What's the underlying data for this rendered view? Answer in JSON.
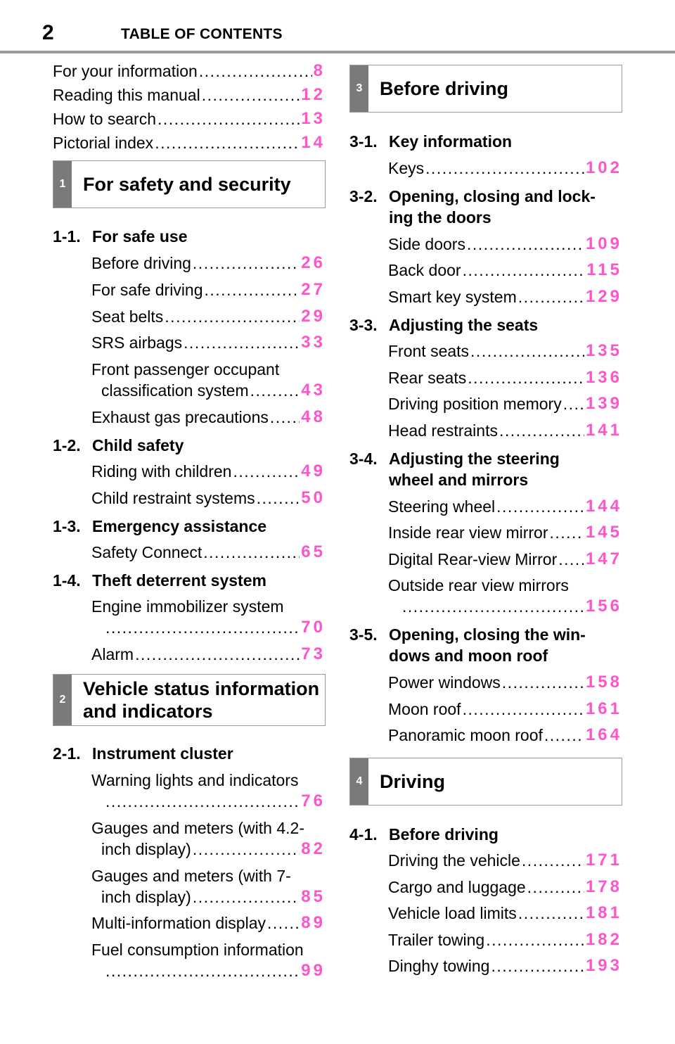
{
  "header": {
    "page_number": "2",
    "title": "TABLE OF CONTENTS"
  },
  "intro": [
    {
      "label": "For your information",
      "page": "8"
    },
    {
      "label": "Reading this manual",
      "page": "12"
    },
    {
      "label": "How to search",
      "page": "13"
    },
    {
      "label": "Pictorial index",
      "page": "14"
    }
  ],
  "sections": {
    "s1": {
      "tab": "1",
      "title": "For safety and security"
    },
    "s2": {
      "tab": "2",
      "title_line1": "Vehicle status information",
      "title_line2": "and indicators"
    },
    "s3": {
      "tab": "3",
      "title": "Before driving"
    },
    "s4": {
      "tab": "4",
      "title": "Driving"
    }
  },
  "subsections": {
    "1_1": {
      "num": "1-1.",
      "title": "For safe use"
    },
    "1_2": {
      "num": "1-2.",
      "title": "Child safety"
    },
    "1_3": {
      "num": "1-3.",
      "title": "Emergency assistance"
    },
    "1_4": {
      "num": "1-4.",
      "title": "Theft deterrent system"
    },
    "2_1": {
      "num": "2-1.",
      "title": "Instrument cluster"
    },
    "3_1": {
      "num": "3-1.",
      "title": "Key information"
    },
    "3_2": {
      "num": "3-2.",
      "title_line1": "Opening, closing and lock-",
      "title_line2": "ing the doors"
    },
    "3_3": {
      "num": "3-3.",
      "title": "Adjusting the seats"
    },
    "3_4": {
      "num": "3-4.",
      "title_line1": "Adjusting the steering",
      "title_line2": "wheel and mirrors"
    },
    "3_5": {
      "num": "3-5.",
      "title_line1": "Opening, closing the win-",
      "title_line2": "dows and moon roof"
    },
    "4_1": {
      "num": "4-1.",
      "title": "Before driving"
    }
  },
  "entries": {
    "before_driving": {
      "label": "Before driving",
      "page": "26"
    },
    "for_safe_driving": {
      "label": "For safe driving",
      "page": "27"
    },
    "seat_belts": {
      "label": "Seat belts",
      "page": "29"
    },
    "srs_airbags": {
      "label": "SRS airbags",
      "page": "33"
    },
    "front_passenger_l1": "Front passenger occupant",
    "front_passenger": {
      "label": "classification system",
      "page": "43"
    },
    "exhaust": {
      "label": "Exhaust gas precautions",
      "page": "48"
    },
    "riding_children": {
      "label": "Riding with children",
      "page": "49"
    },
    "child_restraint": {
      "label": "Child restraint systems",
      "page": "50"
    },
    "safety_connect": {
      "label": "Safety Connect",
      "page": "65"
    },
    "immobilizer_l1": "Engine immobilizer system",
    "immobilizer": {
      "label": "",
      "page": "70"
    },
    "alarm": {
      "label": "Alarm",
      "page": "73"
    },
    "warning_l1": "Warning lights and indicators",
    "warning": {
      "label": "",
      "page": "76"
    },
    "gauges42_l1": "Gauges and meters (with 4.2-",
    "gauges42": {
      "label": "inch display)",
      "page": "82"
    },
    "gauges7_l1": "Gauges and meters (with 7-",
    "gauges7": {
      "label": "inch display)",
      "page": "85"
    },
    "mid": {
      "label": "Multi-information display",
      "page": "89"
    },
    "fuel_l1": "Fuel consumption information",
    "fuel": {
      "label": "",
      "page": "99"
    },
    "keys": {
      "label": "Keys",
      "page": "102"
    },
    "side_doors": {
      "label": "Side doors",
      "page": "109"
    },
    "back_door": {
      "label": "Back door",
      "page": "115"
    },
    "smart_key": {
      "label": "Smart key system",
      "page": "129"
    },
    "front_seats": {
      "label": "Front seats",
      "page": "135"
    },
    "rear_seats": {
      "label": "Rear seats",
      "page": "136"
    },
    "driving_position": {
      "label": "Driving position memory",
      "page": "139"
    },
    "head_restraints": {
      "label": "Head restraints",
      "page": "141"
    },
    "steering_wheel": {
      "label": "Steering wheel",
      "page": "144"
    },
    "inside_mirror": {
      "label": "Inside rear view mirror",
      "page": "145"
    },
    "digital_mirror": {
      "label": "Digital Rear-view Mirror",
      "page": "147"
    },
    "outside_mirrors_l1": "Outside rear view mirrors",
    "outside_mirrors": {
      "label": "",
      "page": "156"
    },
    "power_windows": {
      "label": "Power windows",
      "page": "158"
    },
    "moon_roof": {
      "label": "Moon roof",
      "page": "161"
    },
    "panoramic": {
      "label": "Panoramic moon roof",
      "page": "164"
    },
    "driving_vehicle": {
      "label": "Driving the vehicle",
      "page": "171"
    },
    "cargo": {
      "label": "Cargo and luggage",
      "page": "178"
    },
    "load_limits": {
      "label": "Vehicle load limits",
      "page": "181"
    },
    "trailer": {
      "label": "Trailer towing",
      "page": "182"
    },
    "dinghy": {
      "label": "Dinghy towing",
      "page": "193"
    }
  },
  "colors": {
    "page_link": "#ff55cc",
    "tab": "#7a7a7a",
    "rule": "#9a9a9a"
  }
}
